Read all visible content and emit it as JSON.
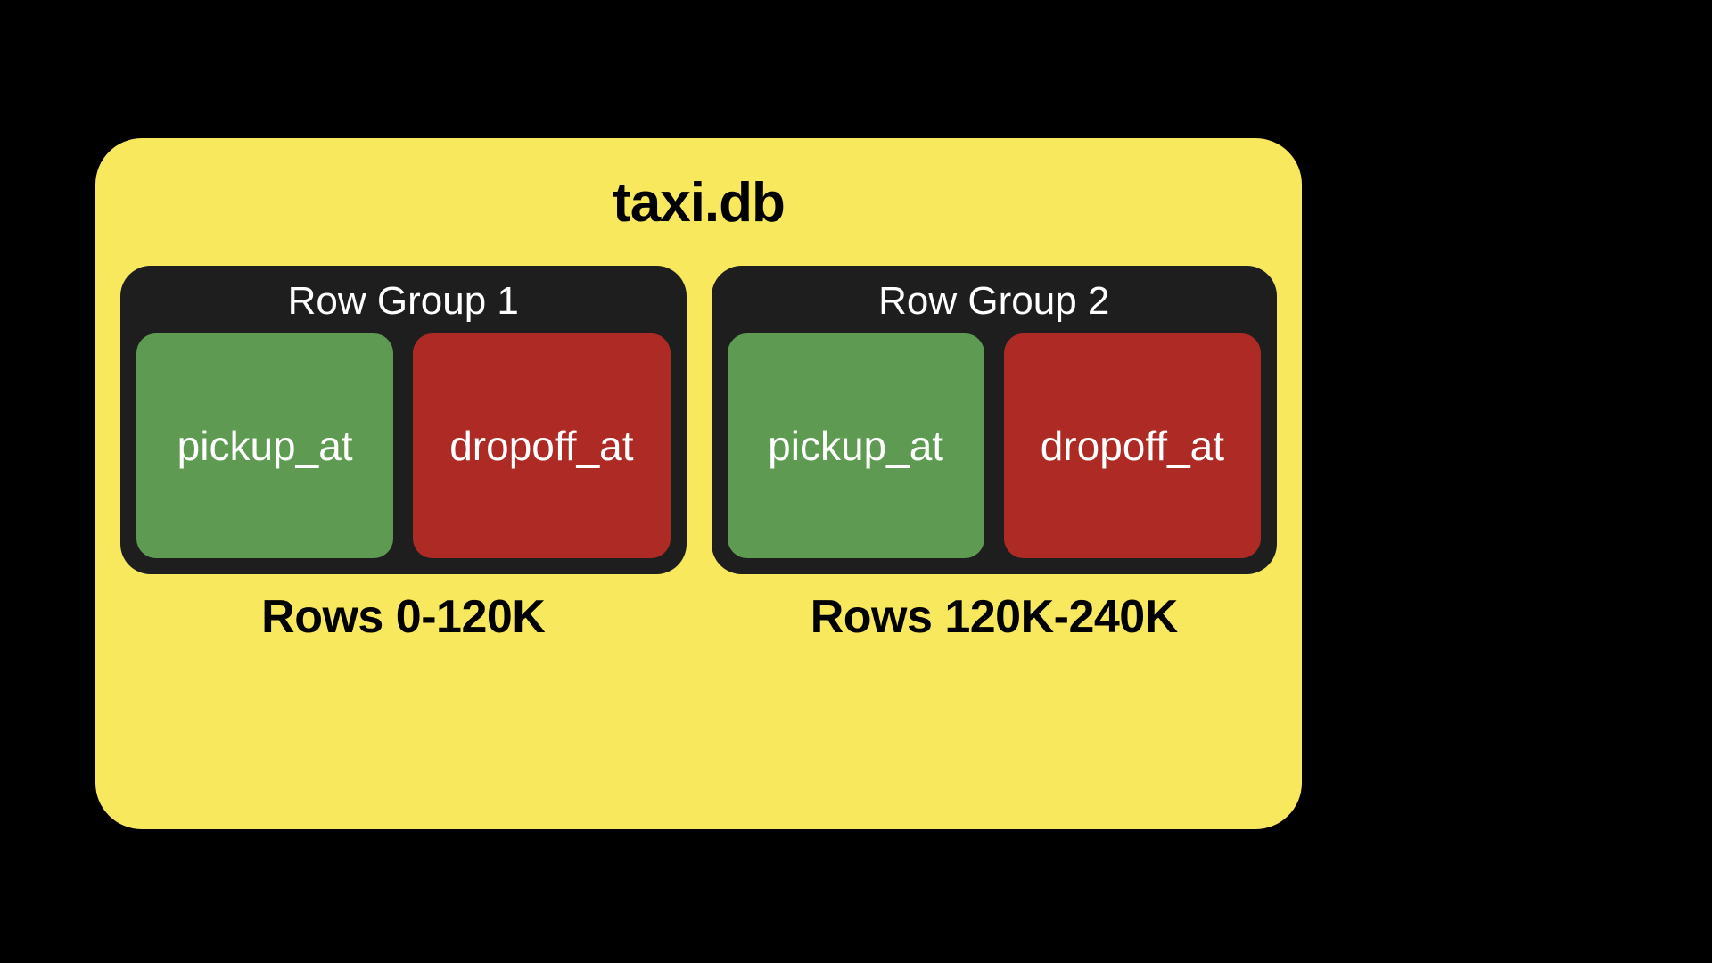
{
  "diagram": {
    "background_color": "#000000",
    "database": {
      "title": "taxi.db",
      "container_color": "#F8E85E",
      "title_color": "#000000"
    },
    "row_groups": [
      {
        "title": "Row Group 1",
        "row_range_label": "Rows 0-120K",
        "columns": [
          {
            "name": "pickup_at",
            "color": "#5E9A52",
            "kind": "green"
          },
          {
            "name": "dropoff_at",
            "color": "#AE2B25",
            "kind": "red"
          }
        ]
      },
      {
        "title": "Row Group 2",
        "row_range_label": "Rows 120K-240K",
        "columns": [
          {
            "name": "pickup_at",
            "color": "#5E9A52",
            "kind": "green"
          },
          {
            "name": "dropoff_at",
            "color": "#AE2B25",
            "kind": "red"
          }
        ]
      }
    ],
    "colors": {
      "group_box": "#1E1E1E",
      "group_title": "#FFFFFF",
      "column_label": "#FFFFFF"
    }
  }
}
